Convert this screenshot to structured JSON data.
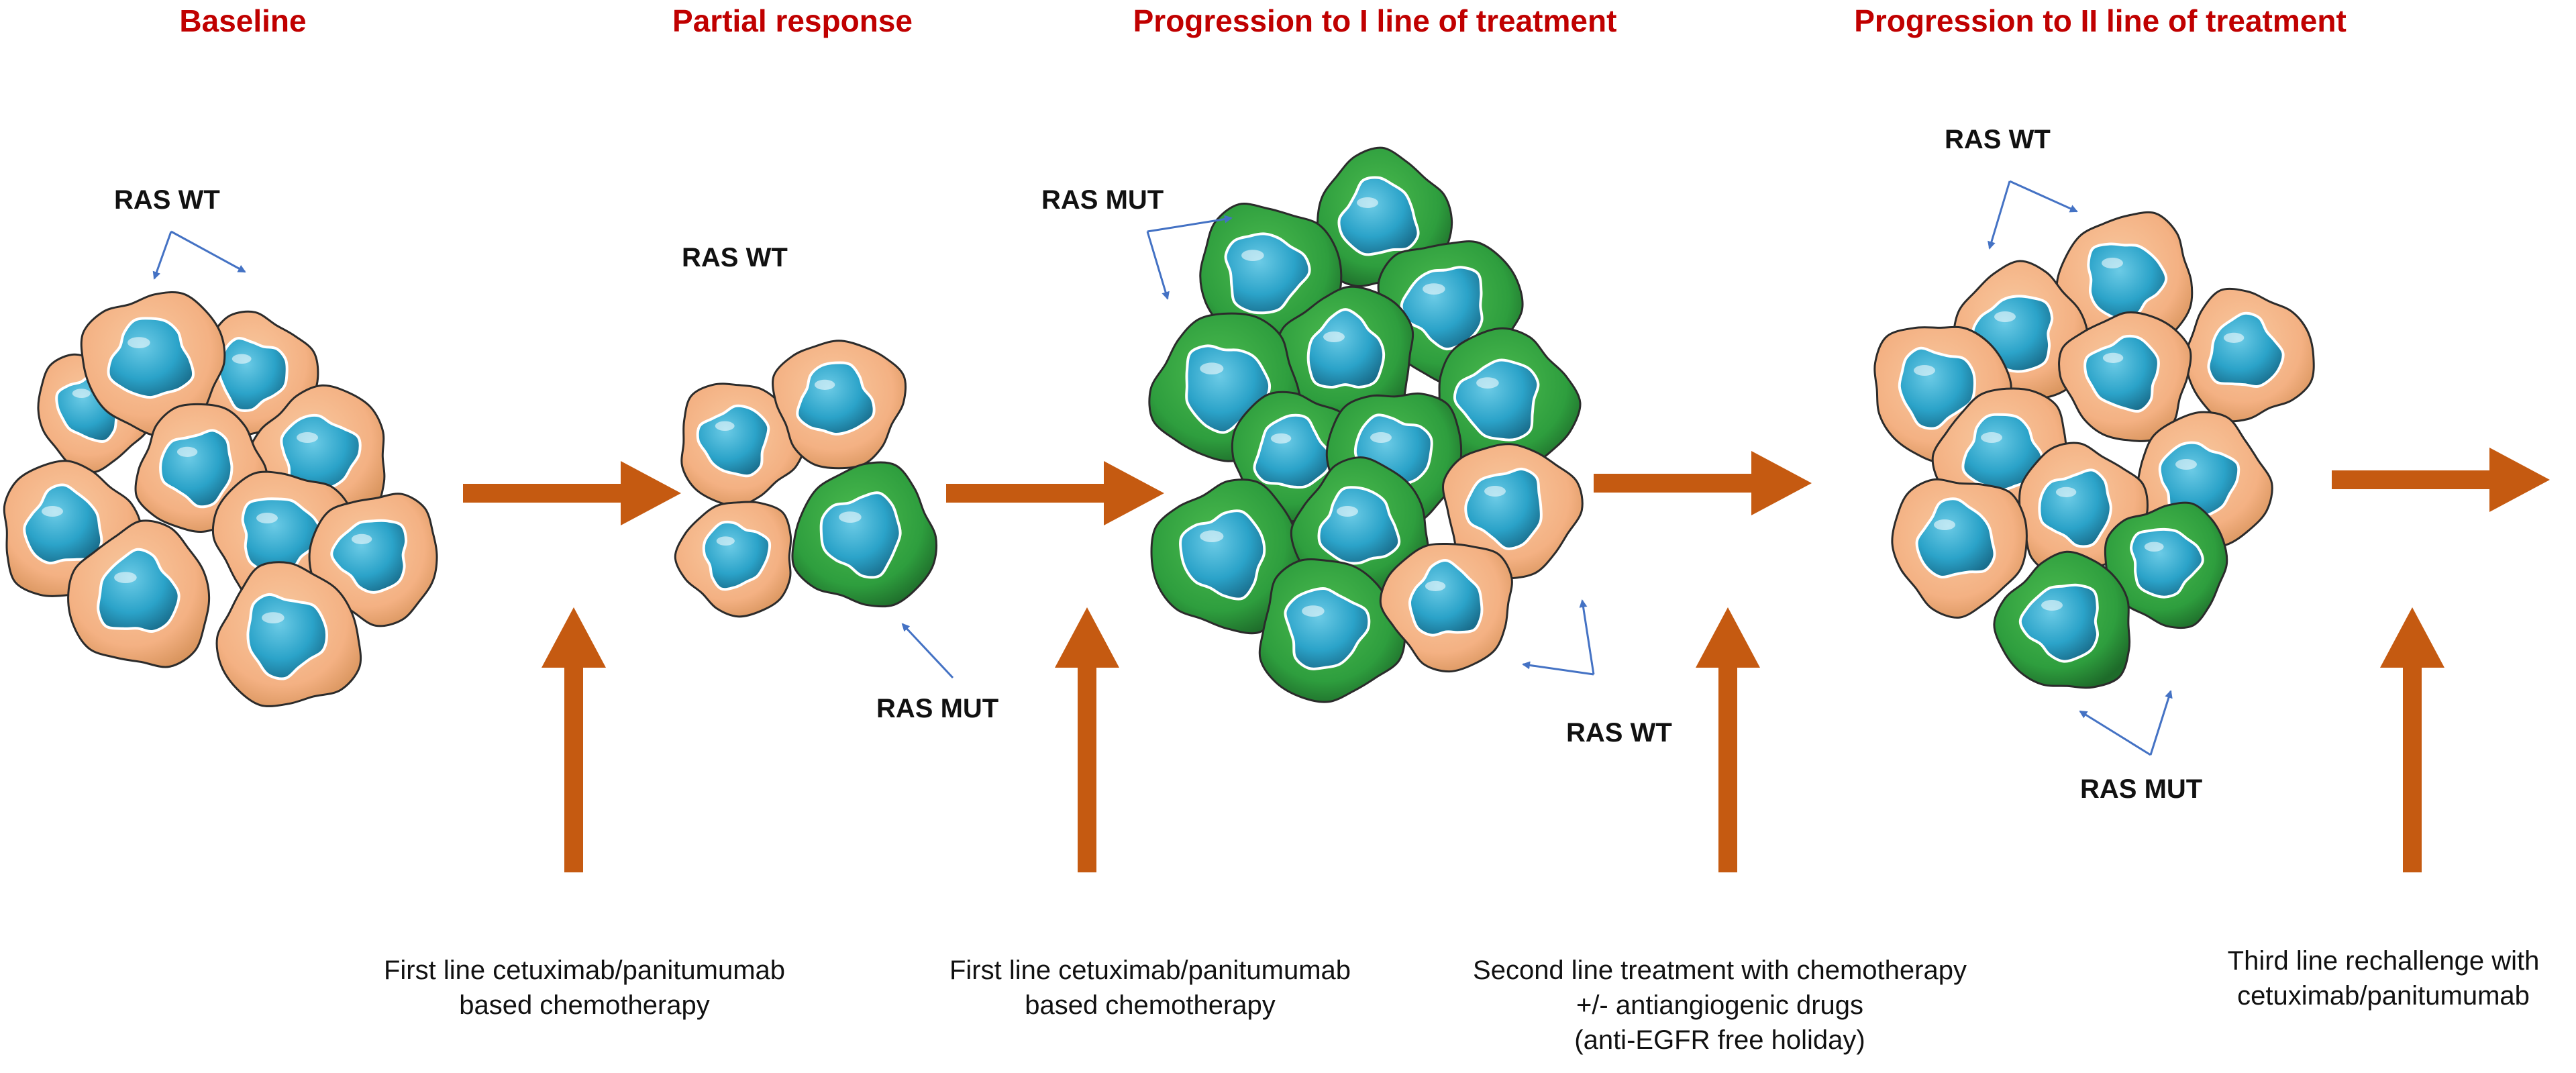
{
  "stages": [
    {
      "title": "Baseline"
    },
    {
      "title": "Partial response"
    },
    {
      "title": "Progression to I line of treatment"
    },
    {
      "title": "Progression to II line of treatment"
    }
  ],
  "labels": {
    "ras_wt_1": "RAS WT",
    "ras_wt_2": "RAS WT",
    "ras_mut_2": "RAS MUT",
    "ras_mut_3": "RAS MUT",
    "ras_wt_3": "RAS WT",
    "ras_wt_4": "RAS WT",
    "ras_mut_4": "RAS MUT"
  },
  "treatments": [
    {
      "lines": [
        "First line cetuximab/panitumumab",
        "based  chemotherapy"
      ]
    },
    {
      "lines": [
        "First line cetuximab/panitumumab",
        "based  chemotherapy"
      ]
    },
    {
      "lines": [
        "Second line treatment with chemotherapy",
        "+/- antiangiogenic drugs",
        "(anti-EGFR free holiday)"
      ]
    },
    {
      "lines": [
        "Third line rechallenge with",
        "cetuximab/panitumumab"
      ]
    }
  ],
  "colors": {
    "title": "#C00000",
    "arrow": "#C55A11",
    "pointer": "#4472C4",
    "wt_cell": "#F4B183",
    "wt_cell_dark": "#C98A5A",
    "mut_cell": "#2E9E3E",
    "mut_cell_dark": "#1E6B2A",
    "nucleus": "#2BA3C9",
    "nucleus_dark": "#1A6F8E"
  }
}
